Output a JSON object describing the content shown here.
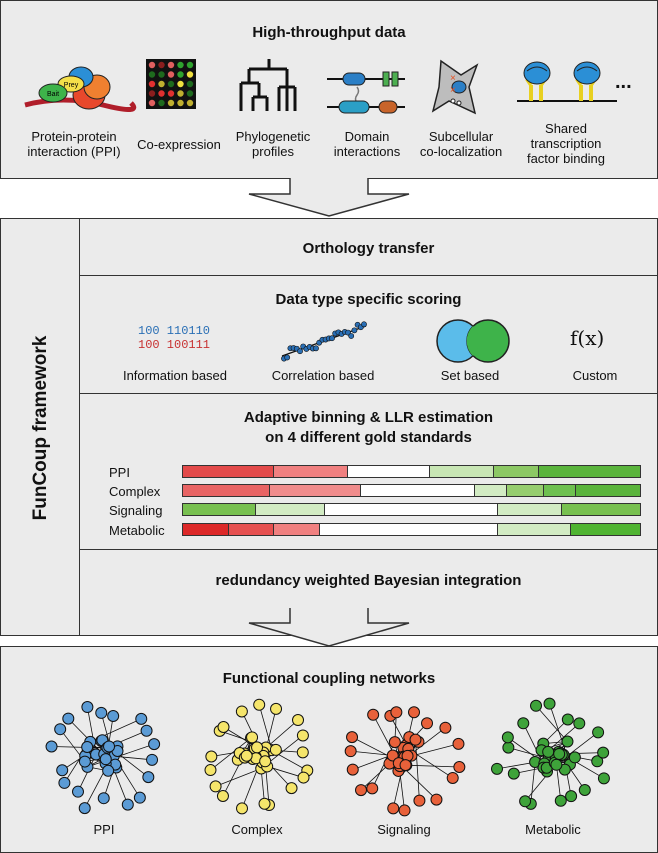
{
  "top": {
    "title": "High-throughput data",
    "items": [
      {
        "label_lines": [
          "Protein-protein",
          "interaction (PPI)"
        ],
        "icon": "ppi-complex-icon",
        "inner_labels": [
          "Bait",
          "Prey"
        ]
      },
      {
        "label_lines": [
          "Co-expression"
        ],
        "icon": "microarray-icon"
      },
      {
        "label_lines": [
          "Phylogenetic",
          "profiles"
        ],
        "icon": "phylogenetic-tree-icon"
      },
      {
        "label_lines": [
          "Domain",
          "interactions"
        ],
        "icon": "domain-icon"
      },
      {
        "label_lines": [
          "Subcellular",
          "co-localization"
        ],
        "icon": "cell-icon"
      },
      {
        "label_lines": [
          "Shared",
          "transcription",
          "factor binding"
        ],
        "icon": "tf-binding-icon"
      }
    ],
    "ellipsis": "..."
  },
  "framework": {
    "side_label": "FunCoup framework",
    "orthology": "Orthology transfer",
    "scoring": {
      "title": "Data type specific scoring",
      "binary_line1": "100 110110",
      "binary_line2": "100 100111",
      "items": [
        "Information based",
        "Correlation based",
        "Set based",
        "Custom"
      ],
      "custom_symbol": "f(x)"
    },
    "binning": {
      "title_line1": "Adaptive binning & LLR estimation",
      "title_line2": "on 4 different gold standards",
      "rows": [
        {
          "label": "PPI",
          "segments": [
            {
              "w": 20,
              "c": "#e34a4a"
            },
            {
              "w": 16,
              "c": "#f08080"
            },
            {
              "w": 18,
              "c": "#ffffff"
            },
            {
              "w": 14,
              "c": "#c8e6b4"
            },
            {
              "w": 10,
              "c": "#8cc864"
            },
            {
              "w": 22,
              "c": "#5ab43c"
            }
          ]
        },
        {
          "label": "Complex",
          "segments": [
            {
              "w": 19,
              "c": "#e86464"
            },
            {
              "w": 20,
              "c": "#f08c8c"
            },
            {
              "w": 25,
              "c": "#ffffff"
            },
            {
              "w": 7,
              "c": "#d2ebc3"
            },
            {
              "w": 8,
              "c": "#96cd6e"
            },
            {
              "w": 7,
              "c": "#6ec050"
            },
            {
              "w": 14,
              "c": "#5ab43c"
            }
          ]
        },
        {
          "label": "Signaling",
          "segments": [
            {
              "w": 16,
              "c": "#78c050"
            },
            {
              "w": 15,
              "c": "#d2ebc3"
            },
            {
              "w": 38,
              "c": "#ffffff"
            },
            {
              "w": 14,
              "c": "#d2ebc3"
            },
            {
              "w": 17,
              "c": "#78c050"
            }
          ]
        },
        {
          "label": "Metabolic",
          "segments": [
            {
              "w": 10,
              "c": "#dc2828"
            },
            {
              "w": 10,
              "c": "#e65050"
            },
            {
              "w": 10,
              "c": "#f08080"
            },
            {
              "w": 39,
              "c": "#ffffff"
            },
            {
              "w": 16,
              "c": "#d2ebc3"
            },
            {
              "w": 15,
              "c": "#50b432"
            }
          ]
        }
      ]
    },
    "integration": "redundancy weighted Bayesian integration"
  },
  "bottom": {
    "title": "Functional coupling networks",
    "networks": [
      {
        "label": "PPI",
        "color": "#5b9bd5"
      },
      {
        "label": "Complex",
        "color": "#f5e56b"
      },
      {
        "label": "Signaling",
        "color": "#e8613a"
      },
      {
        "label": "Metabolic",
        "color": "#3ea33a"
      }
    ]
  }
}
